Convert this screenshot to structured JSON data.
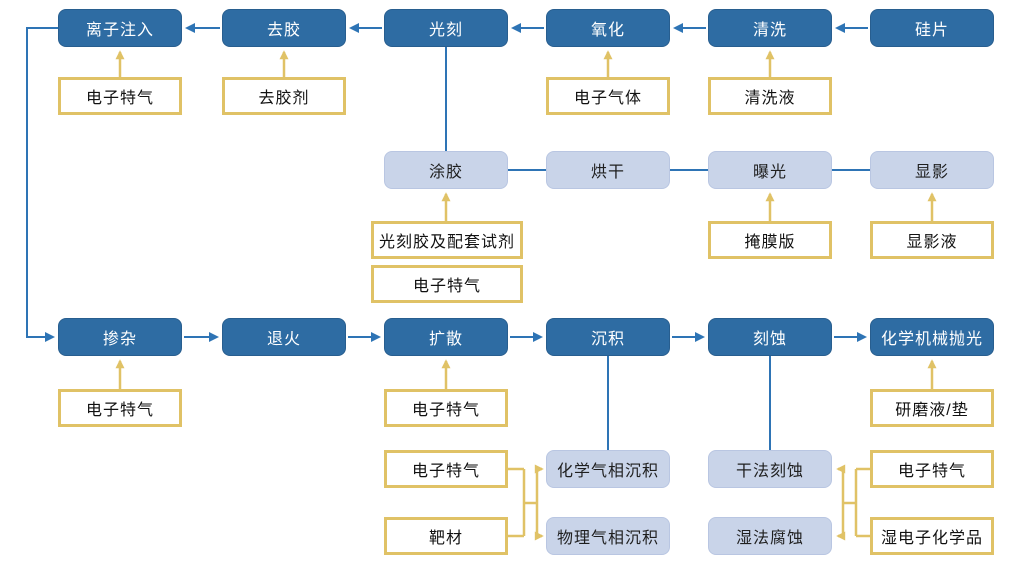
{
  "colors": {
    "process_dark": "#2E6CA3",
    "process_light": "#C9D4E9",
    "supply_border": "#E0C266",
    "line_blue": "#2E74B5",
    "line_yellow": "#E0C266"
  },
  "boxes": {
    "row1": {
      "ion_implant": "离子注入",
      "strip": "去胶",
      "litho": "光刻",
      "oxidation": "氧化",
      "clean": "清洗",
      "wafer": "硅片"
    },
    "row1_supplies": {
      "ion_gas": "电子特气",
      "stripper": "去胶剂",
      "oxide_gas": "电子气体",
      "clean_liquid": "清洗液"
    },
    "row2": {
      "coat": "涂胶",
      "bake": "烘干",
      "expose": "曝光",
      "develop": "显影"
    },
    "row2_supplies": {
      "photoresist": "光刻胶及配套试剂",
      "coat_gas": "电子特气",
      "mask": "掩膜版",
      "developer": "显影液"
    },
    "row3": {
      "doping": "掺杂",
      "anneal": "退火",
      "diffusion": "扩散",
      "deposition": "沉积",
      "etch": "刻蚀",
      "cmp": "化学机械抛光"
    },
    "row3_supplies": {
      "doping_gas": "电子特气",
      "diffusion_gas": "电子特气",
      "slurry": "研磨液/垫"
    },
    "row4": {
      "cvd": "化学气相沉积",
      "pvd": "物理气相沉积",
      "dry_etch": "干法刻蚀",
      "wet_etch": "湿法腐蚀"
    },
    "row4_supplies": {
      "dep_gas": "电子特气",
      "target": "靶材",
      "etch_gas": "电子特气",
      "wet_chem": "湿电子化学品"
    }
  }
}
